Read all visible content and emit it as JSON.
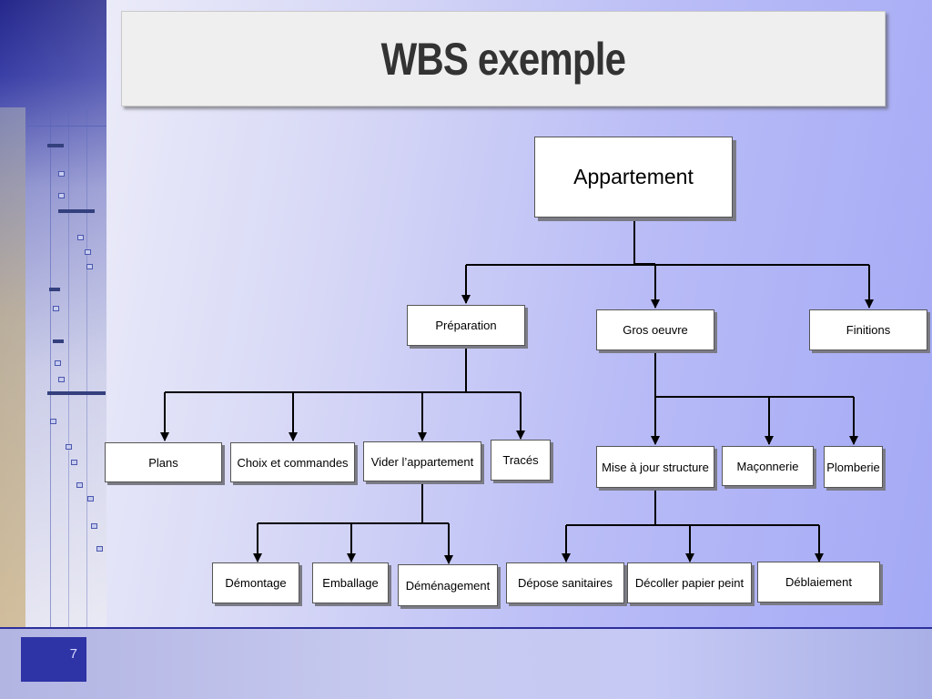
{
  "slide": {
    "title": "WBS exemple",
    "page_number": "7"
  },
  "wbs": {
    "root": "Appartement",
    "level1": {
      "preparation": "Préparation",
      "gros_oeuvre": "Gros oeuvre",
      "finitions": "Finitions"
    },
    "level2": {
      "plans": "Plans",
      "choix_commandes": "Choix et commandes",
      "vider_appartement": "Vider l’appartement",
      "traces": "Tracés",
      "mise_a_jour_structure": "Mise à jour structure",
      "maconnerie": "Maçonnerie",
      "plomberie": "Plomberie"
    },
    "level3": {
      "demontage": "Démontage",
      "emballage": "Emballage",
      "demenagement": "Déménagement",
      "depose_sanitaires": "Dépose sanitaires",
      "decoller_papier_peint": "Décoller papier peint",
      "deblaiement": "Déblaiement"
    }
  }
}
